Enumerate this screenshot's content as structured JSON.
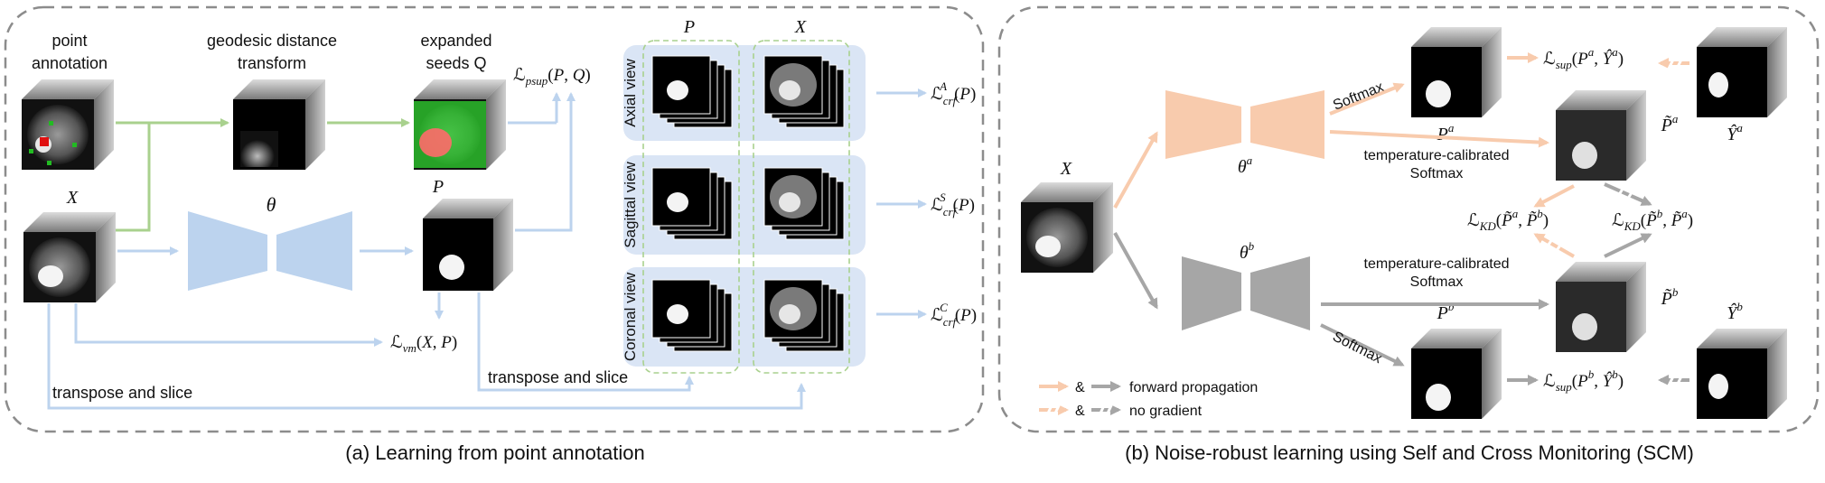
{
  "panel_a": {
    "caption": "(a) Learning from point annotation",
    "point_annotation": "point annotation",
    "point_annotation_l1": "point",
    "point_annotation_l2": "annotation",
    "gdt_l1": "geodesic distance",
    "gdt_l2": "transform",
    "seeds_l1": "expanded",
    "seeds_l2": "seeds Q",
    "x_label": "X",
    "theta": "θ",
    "p_label": "P",
    "l_psup": "ℒpsup(P, Q)",
    "l_vm": "ℒvm(X, P)",
    "transpose1": "transpose and slice",
    "transpose2": "transpose and slice",
    "col_p": "P",
    "col_x": "X",
    "axial": "Axial view",
    "sagittal": "Sagittal view",
    "coronal": "Coronal view",
    "l_crf_a": "ℒcrfA(P)",
    "l_crf_s": "ℒcrfS(P)",
    "l_crf_c": "ℒcrfC(P)"
  },
  "panel_b": {
    "caption": "(b) Noise-robust learning using Self and Cross Monitoring (SCM)",
    "x_label": "X",
    "theta_a": "θa",
    "theta_b": "θb",
    "softmax_a": "Softmax",
    "softmax_b": "Softmax",
    "temp_a_l1": "temperature-calibrated",
    "temp_a_l2": "Softmax",
    "temp_b_l1": "temperature-calibrated",
    "temp_b_l2": "Softmax",
    "p_a": "Pa",
    "p_b": "Pb",
    "pt_a": "P̃a",
    "pt_b": "P̃b",
    "y_a": "Ŷa",
    "y_b": "Ŷb",
    "l_sup_a": "ℒsup(Pa, Ŷa)",
    "l_sup_b": "ℒsup(Pb, Ŷb)",
    "l_kd_ab": "ℒKD(P̃a, P̃b)",
    "l_kd_ba": "ℒKD(P̃b, P̃a)",
    "legend_amp1": "&",
    "legend_amp2": "&",
    "legend_forward": "forward propagation",
    "legend_nograd": "no gradient"
  },
  "colors": {
    "green": "#a9d18e",
    "blue": "#bcd3ee",
    "orange": "#f8cbad",
    "gray": "#a6a6a6",
    "panel_border": "#8c8c8c",
    "view_bg": "#dae5f5"
  }
}
